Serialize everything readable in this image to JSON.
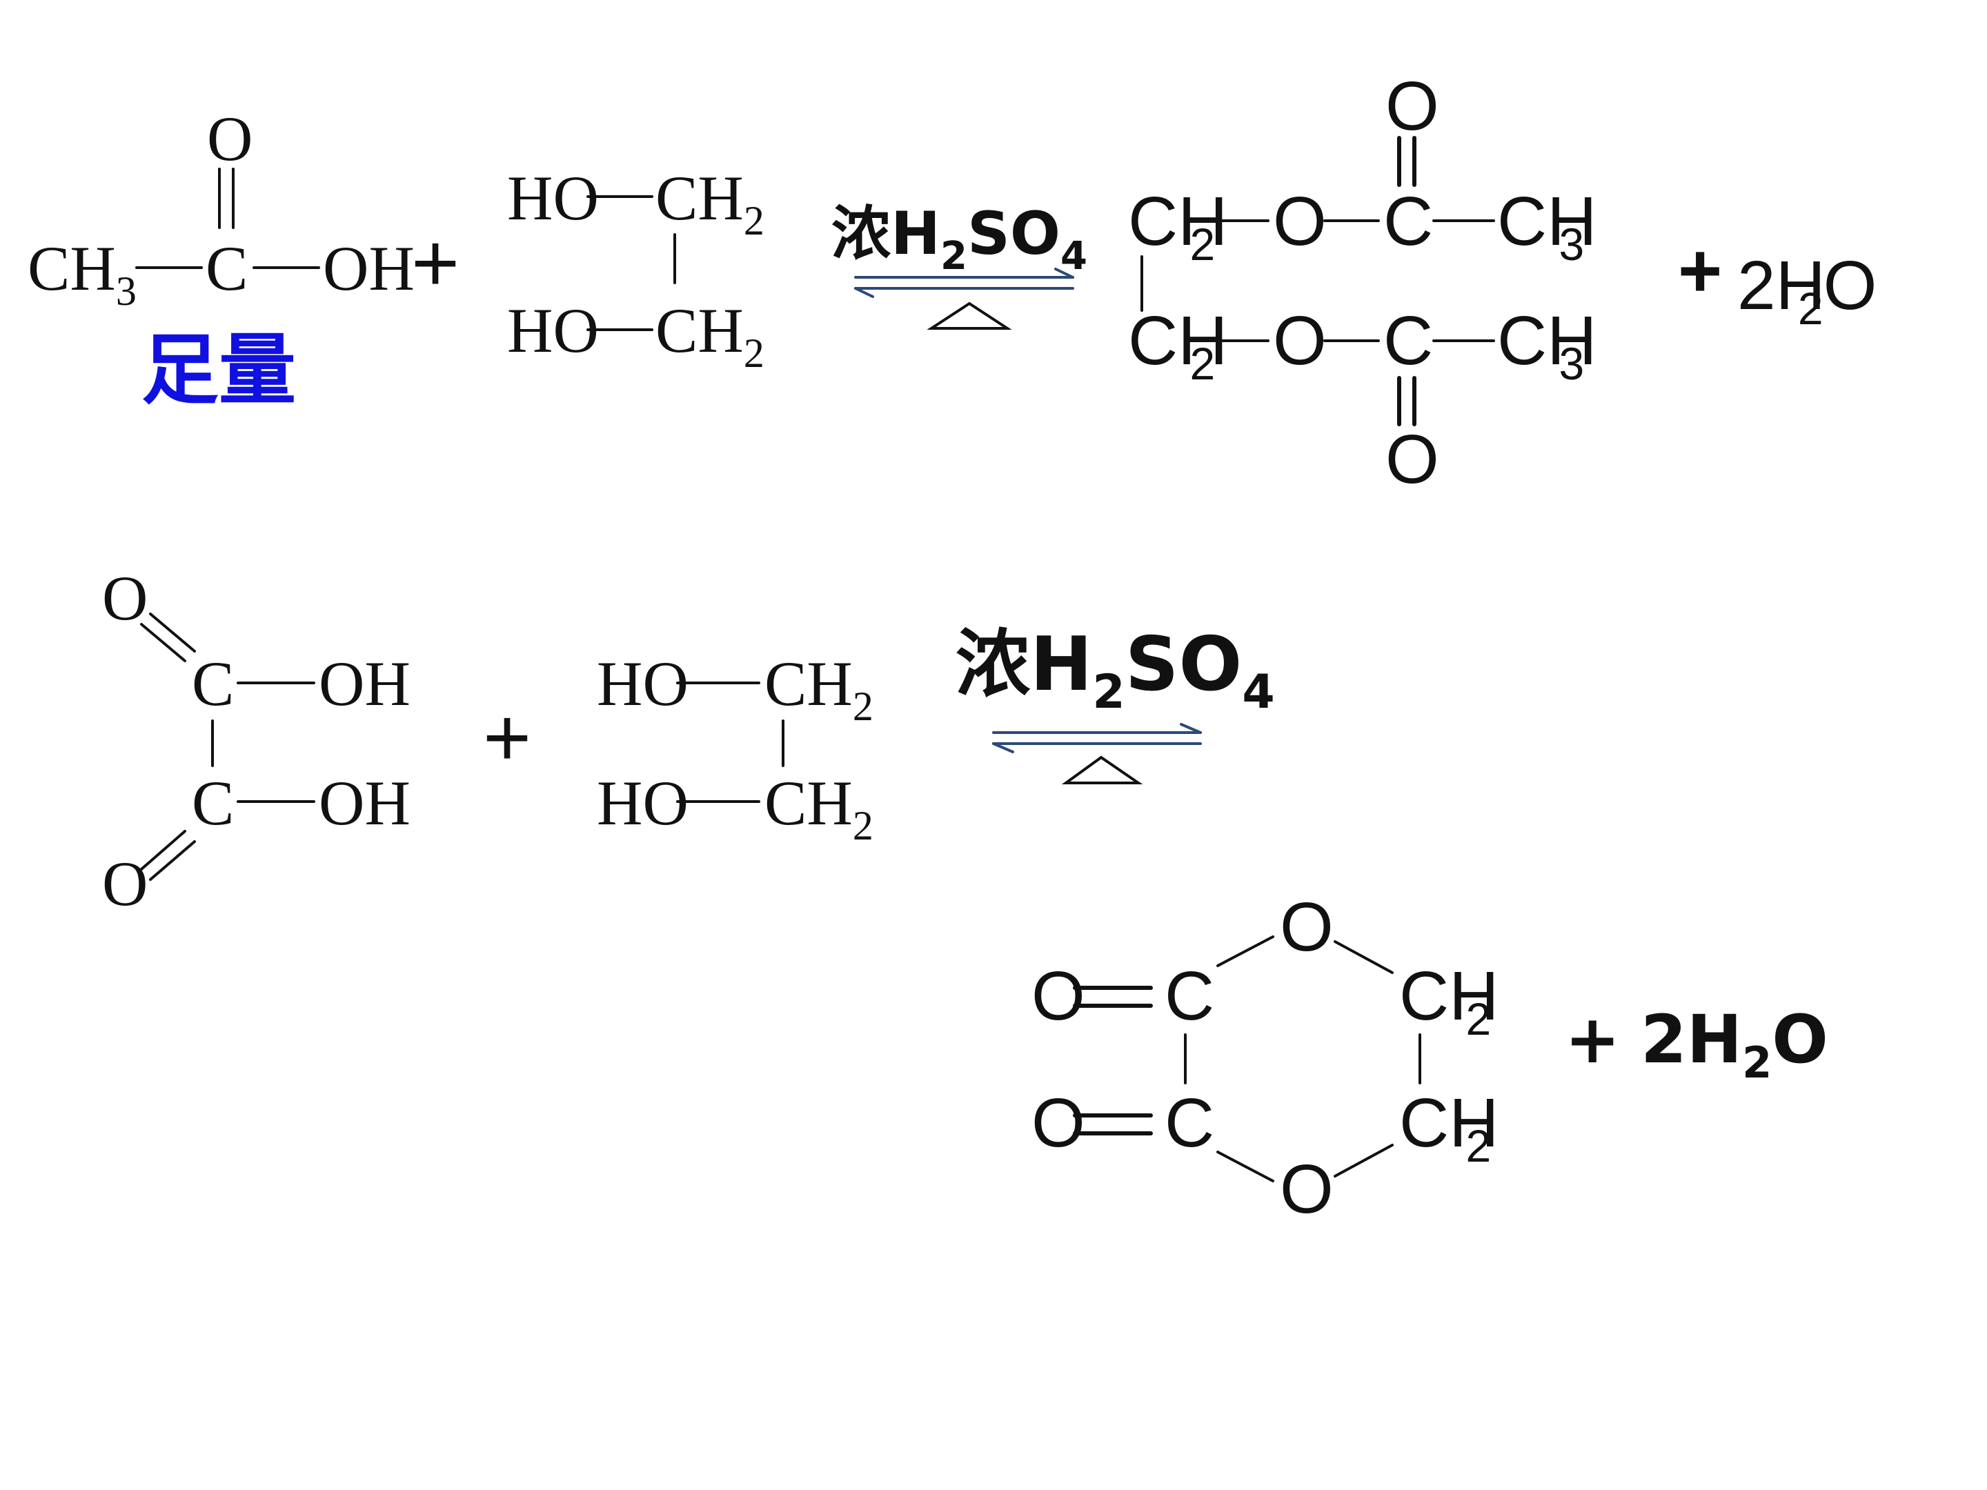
{
  "reaction1": {
    "reactant1": {
      "ch3": "CH",
      "ch3_sub": "3",
      "c": "C",
      "o": "O",
      "oh": "OH"
    },
    "excess_label": "足量",
    "plus1": "+",
    "diol": {
      "ho": "HO",
      "ch2": "CH",
      "sub": "2"
    },
    "catalyst": {
      "prefix": "浓H",
      "sub2": "2",
      "mid": "SO",
      "sub4": "4"
    },
    "product": {
      "ch": "CH",
      "sub2": "2",
      "o": "O",
      "c": "C",
      "sub3": "3"
    },
    "plus2": "+",
    "water": {
      "coef_h": "2H",
      "sub": "2",
      "o": "O"
    }
  },
  "reaction2": {
    "oxalic": {
      "o": "O",
      "c": "C",
      "oh": "OH"
    },
    "plus1": "+",
    "diol": {
      "ho": "HO",
      "ch2": "CH",
      "sub": "2"
    },
    "catalyst": {
      "prefix": "浓H",
      "sub2": "2",
      "mid": "SO",
      "sub4": "4"
    },
    "product": {
      "o": "O",
      "c": "C",
      "ch": "CH",
      "sub2": "2"
    },
    "plus2": "+",
    "water": {
      "coef_h": "2H",
      "sub": "2",
      "o": "O"
    }
  },
  "colors": {
    "text": "#111111",
    "accent_label": "#1010e0",
    "arrow": "#2b4a78"
  }
}
